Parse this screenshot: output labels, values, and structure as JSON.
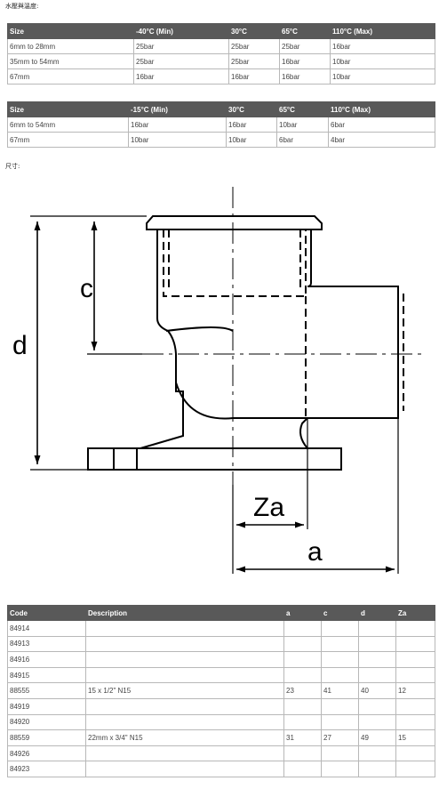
{
  "heading_pressure": "水壓與溫度:",
  "heading_dimensions": "尺寸:",
  "table1": {
    "headers": [
      "Size",
      "-40°C (Min)",
      "30°C",
      "65°C",
      "110°C (Max)"
    ],
    "rows": [
      [
        "6mm to 28mm",
        "25bar",
        "25bar",
        "25bar",
        "16bar"
      ],
      [
        "35mm to 54mm",
        "25bar",
        "25bar",
        "16bar",
        "10bar"
      ],
      [
        "67mm",
        "16bar",
        "16bar",
        "16bar",
        "10bar"
      ]
    ]
  },
  "table2": {
    "headers": [
      "Size",
      "-15°C (Min)",
      "30°C",
      "65°C",
      "110°C (Max)"
    ],
    "rows": [
      [
        "6mm to 54mm",
        "16bar",
        "16bar",
        "10bar",
        "6bar"
      ],
      [
        "67mm",
        "10bar",
        "10bar",
        "6bar",
        "4bar"
      ]
    ]
  },
  "diagram": {
    "label_c": "c",
    "label_d": "d",
    "label_za": "Za",
    "label_a": "a"
  },
  "table3": {
    "headers": [
      "Code",
      "Description",
      "a",
      "c",
      "d",
      "Za"
    ],
    "rows": [
      [
        "84914",
        "",
        "",
        "",
        "",
        ""
      ],
      [
        "84913",
        "",
        "",
        "",
        "",
        ""
      ],
      [
        "84916",
        "",
        "",
        "",
        "",
        ""
      ],
      [
        "84915",
        "",
        "",
        "",
        "",
        ""
      ],
      [
        "88555",
        "15 x 1/2\" N15",
        "23",
        "41",
        "40",
        "12"
      ],
      [
        "84919",
        "",
        "",
        "",
        "",
        ""
      ],
      [
        "84920",
        "",
        "",
        "",
        "",
        ""
      ],
      [
        "88559",
        "22mm x 3/4\" N15",
        "31",
        "27",
        "49",
        "15"
      ],
      [
        "84926",
        "",
        "",
        "",
        "",
        ""
      ],
      [
        "84923",
        "",
        "",
        "",
        "",
        ""
      ]
    ]
  }
}
